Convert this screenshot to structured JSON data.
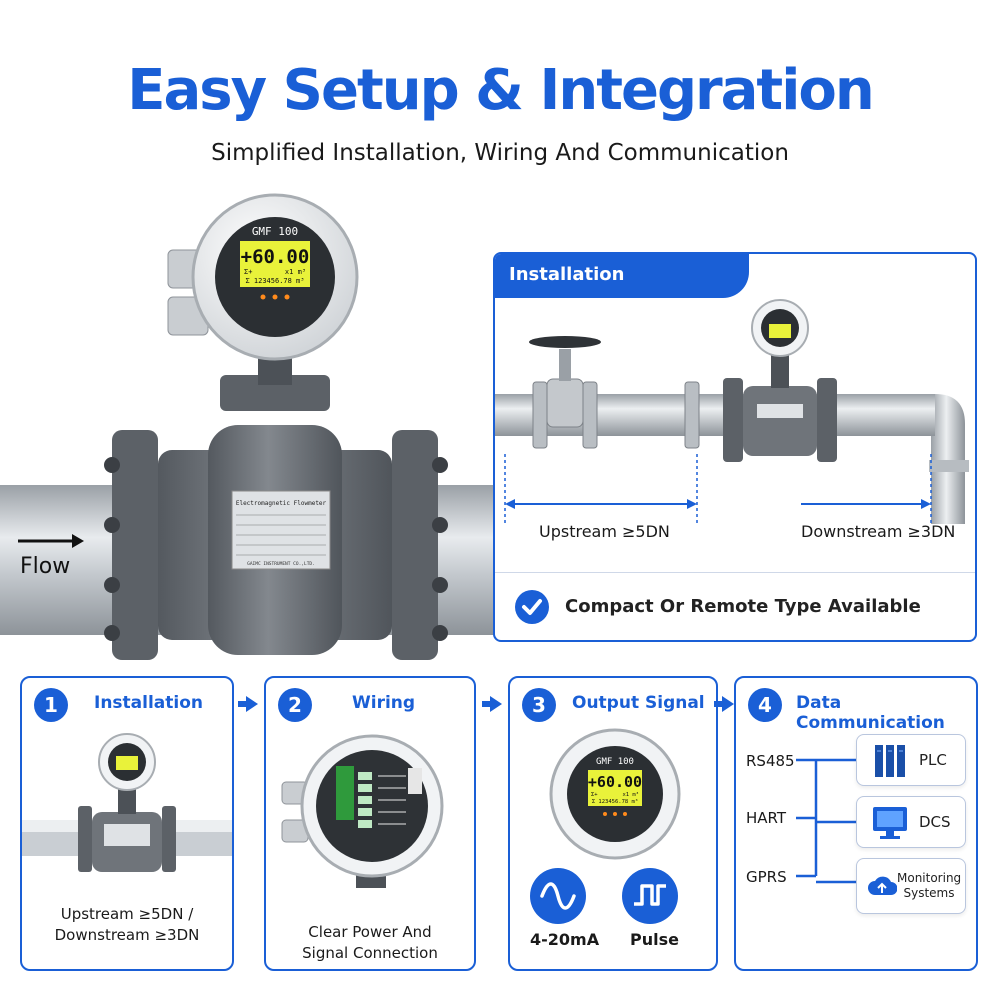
{
  "header": {
    "title": "Easy Setup & Integration",
    "subtitle": "Simplified Installation, Wiring And Communication"
  },
  "meter": {
    "model": "GMF 100",
    "rate": "+60.00",
    "unit": "x1 m³",
    "total": "Σ 123456.78 m³",
    "sigma_plus": "Σ+",
    "nameplate_title": "Electromagnetic Flowmeter",
    "maker": "GAIMC INSTRUMENT CO.,LTD."
  },
  "flow_label": "Flow",
  "requirements": {
    "tab_title": "Installation Requirements",
    "upstream": "Upstream ≥5DN",
    "downstream": "Downstream ≥3DN",
    "note": "Compact Or Remote Type Available"
  },
  "steps": [
    {
      "number": "1",
      "title": "Installation",
      "text_line1": "Upstream ≥5DN /",
      "text_line2": "Downstream ≥3DN"
    },
    {
      "number": "2",
      "title": "Wiring",
      "text_line1": "Clear Power And",
      "text_line2": "Signal Connection"
    },
    {
      "number": "3",
      "title": "Output Signal",
      "signals": [
        "4-20mA",
        "Pulse"
      ]
    },
    {
      "number": "4",
      "title": "Data Communication",
      "protocols": [
        "RS485",
        "HART",
        "GPRS"
      ],
      "systems": [
        "PLC",
        "DCS",
        "Monitoring",
        "Systems"
      ]
    }
  ],
  "colors": {
    "accent": "#1a5fd6",
    "meter_body": "#6f747a",
    "screen": "#e9f23a"
  },
  "icons": [
    "check-icon",
    "sine-wave-icon",
    "pulse-wave-icon",
    "plc-icon",
    "dcs-monitor-icon",
    "cloud-icon",
    "arrow-right-icon"
  ]
}
